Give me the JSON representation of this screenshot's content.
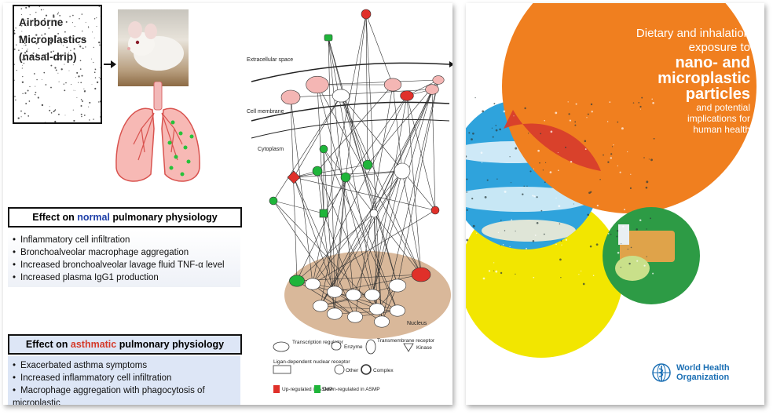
{
  "left": {
    "drip_title": [
      "Airborne",
      "Microplastics",
      "(nasal-drip)"
    ],
    "normal": {
      "head_prefix": "Effect on ",
      "head_keyword": "normal",
      "head_suffix": " pulmonary physiology",
      "items": [
        "Inflammatory cell infiltration",
        "Bronchoalveolar macrophage aggregation",
        "Increased bronchoalveolar lavage fluid TNF-α level",
        "Increased plasma IgG1 production"
      ]
    },
    "asthma": {
      "head_prefix": "Effect on ",
      "head_keyword": "asthmatic",
      "head_suffix": " pulmonary physiology",
      "items": [
        "Exacerbated asthma symptoms",
        "Increased inflammatory cell infiltration",
        "Macrophage aggregation with phagocytosis of microplastic"
      ]
    },
    "network": {
      "regions": [
        "Extracellular space",
        "Cell membrane",
        "Cytoplasm",
        "Nucleus"
      ],
      "legend": {
        "transcription": "Transcription regulator",
        "enzyme": "Enzyme",
        "transmembrane": "Transmembrane receptor",
        "kinase": "Kinase",
        "ligand": "Ligan-dependent nuclear receptor",
        "other": "Other",
        "complex": "Complex",
        "up": "Up-regulated in ASMP",
        "down": "Down-regulated in ASMP"
      },
      "colors": {
        "up": "#e0302a",
        "down": "#1fb53a",
        "nucleus": "#d9b89a"
      }
    }
  },
  "right": {
    "line1": "Dietary and inhalation",
    "line2": "exposure to",
    "bold1": "nano- and",
    "bold2": "microplastic",
    "bold3": "particles",
    "sub1": "and potential",
    "sub2": "implications for",
    "sub3": "human health",
    "who1": "World Health",
    "who2": "Organization",
    "colors": {
      "orange": "#f07f1f",
      "yellow": "#f2e600",
      "blue": "#2fa3dc",
      "green": "#2d9b45",
      "red": "#d63b2c",
      "who": "#1b6fb4"
    }
  }
}
